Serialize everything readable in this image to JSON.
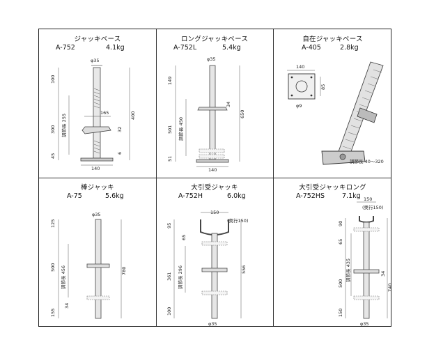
{
  "cells": [
    {
      "title": "ジャッキベース",
      "model": "A-752",
      "weight": "4.1kg",
      "dims": {
        "dia": "φ35",
        "top": "100",
        "adj": "調節長 255",
        "h": "400",
        "bot": "300",
        "base": "45",
        "w": "165",
        "s32": "32",
        "s6": "6",
        "plate": "140"
      }
    },
    {
      "title": "ロングジャッキベース",
      "model": "A-752L",
      "weight": "5.4kg",
      "dims": {
        "dia": "φ35",
        "top": "149",
        "adj": "調節長 450",
        "h": "650",
        "s34": "34",
        "bot": "501",
        "s51": "51",
        "plate": "140"
      }
    },
    {
      "title": "自在ジャッキベース",
      "model": "A-405",
      "weight": "2.8kg",
      "dims": {
        "w": "140",
        "h": "85",
        "hole": "φ9",
        "adj": "調節長 40～320"
      }
    },
    {
      "title": "棒ジャッキ",
      "model": "A-75",
      "weight": "5.6kg",
      "dims": {
        "dia": "φ35",
        "top": "125",
        "adj": "調節長 456",
        "h": "780",
        "mid": "500",
        "s34": "34",
        "bot": "155"
      }
    },
    {
      "title": "大引受ジャッキ",
      "model": "A-752H",
      "weight": "6.0kg",
      "dims": {
        "w": "150",
        "inner": "(奥行150)",
        "top": "95",
        "s65": "65",
        "mid": "361",
        "adj": "調節長 296",
        "h": "556",
        "bot": "100",
        "dia": "φ35"
      }
    },
    {
      "title": "大引受ジャッキロング",
      "model": "A-752HS",
      "weight": "7.1kg",
      "dims": {
        "w": "150",
        "inner": "(奥行150)",
        "top": "90",
        "s65": "65",
        "adj": "調節長 435",
        "mid": "500",
        "s34": "34",
        "h": "740",
        "bot": "150",
        "dia": "φ35"
      }
    }
  ]
}
